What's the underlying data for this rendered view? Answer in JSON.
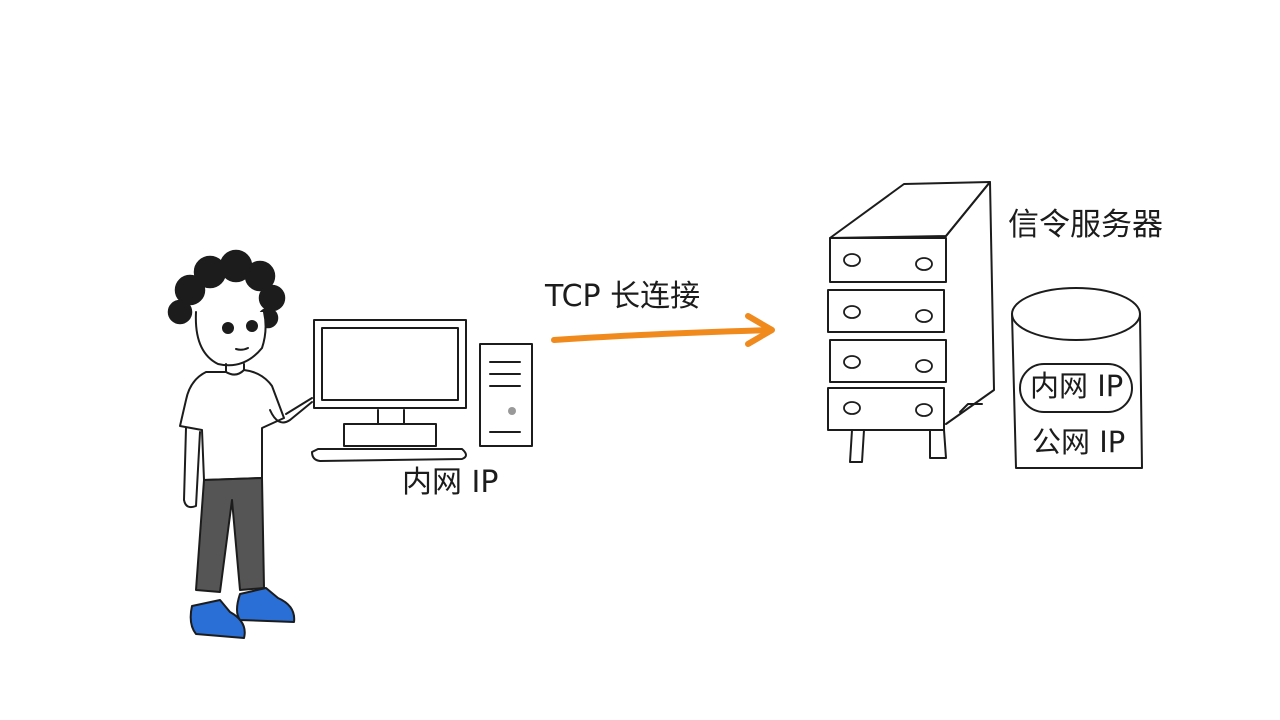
{
  "labels": {
    "pc_ip": "内网 IP",
    "connection": "TCP 长连接",
    "server_name": "信令服务器",
    "db_private_ip": "内网 IP",
    "db_public_ip": "公网 IP"
  },
  "colors": {
    "ink": "#1c1c1c",
    "arrow": "#f08a1c",
    "shoes": "#2a6fd6",
    "pants": "#555555",
    "background": "#ffffff"
  },
  "icons": [
    "person-icon",
    "monitor-icon",
    "pc-tower-icon",
    "arrow-icon",
    "server-rack-icon",
    "database-icon"
  ]
}
